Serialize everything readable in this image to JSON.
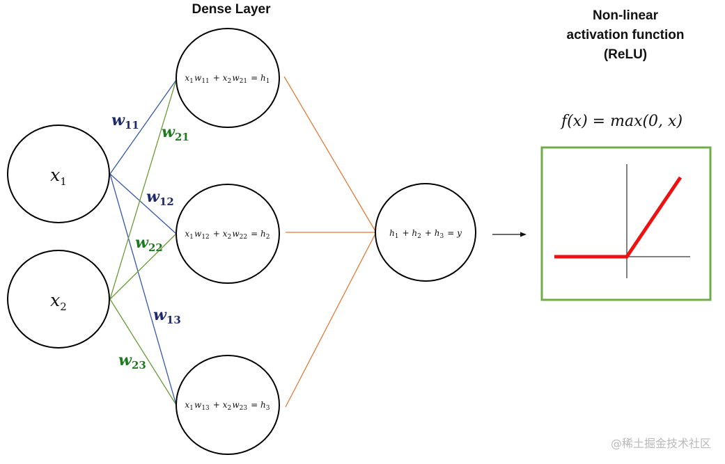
{
  "title_dense": "Dense Layer",
  "title_activation": [
    "Non-linear",
    "activation function",
    "(ReLU)"
  ],
  "formula": "f(x) = max(0, x)",
  "inputs": [
    {
      "var": "x",
      "sub": "1"
    },
    {
      "var": "x",
      "sub": "2"
    }
  ],
  "hidden": [
    {
      "parts": [
        [
          "x",
          "1"
        ],
        [
          "w",
          "11"
        ],
        [
          "+",
          ""
        ],
        [
          "x",
          "2"
        ],
        [
          "w",
          "21"
        ],
        [
          "=",
          ""
        ],
        [
          "h",
          "1"
        ]
      ]
    },
    {
      "parts": [
        [
          "x",
          "1"
        ],
        [
          "w",
          "12"
        ],
        [
          "+",
          ""
        ],
        [
          "x",
          "2"
        ],
        [
          "w",
          "22"
        ],
        [
          "=",
          ""
        ],
        [
          "h",
          "2"
        ]
      ]
    },
    {
      "parts": [
        [
          "x",
          "1"
        ],
        [
          "w",
          "13"
        ],
        [
          "+",
          ""
        ],
        [
          "x",
          "2"
        ],
        [
          "w",
          "23"
        ],
        [
          "=",
          ""
        ],
        [
          "h",
          "3"
        ]
      ]
    }
  ],
  "output_eq": [
    [
      "h",
      "1"
    ],
    [
      "+",
      ""
    ],
    [
      "h",
      "2"
    ],
    [
      "+",
      ""
    ],
    [
      "h",
      "3"
    ],
    [
      "=",
      ""
    ],
    [
      "y",
      ""
    ]
  ],
  "weights": [
    {
      "var": "w",
      "sub": "11",
      "color": "#1f2a6b"
    },
    {
      "var": "w",
      "sub": "21",
      "color": "#1e7a1e"
    },
    {
      "var": "w",
      "sub": "12",
      "color": "#1f2a6b"
    },
    {
      "var": "w",
      "sub": "22",
      "color": "#1e7a1e"
    },
    {
      "var": "w",
      "sub": "13",
      "color": "#1f2a6b"
    },
    {
      "var": "w",
      "sub": "23",
      "color": "#1e7a1e"
    }
  ],
  "colors": {
    "x1_edges": "#3557a8",
    "x2_edges": "#6a9a38",
    "hidden_to_out": "#e07b39",
    "relu_line": "#ee1111",
    "relu_box": "#70ad47",
    "arrow": "#111111"
  },
  "watermark": "@稀土掘金技术社区"
}
